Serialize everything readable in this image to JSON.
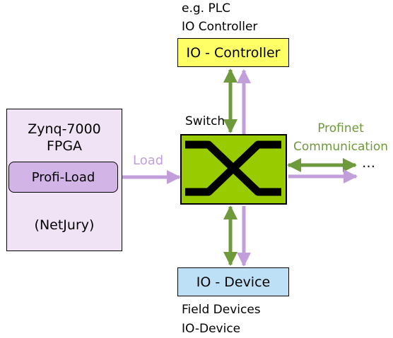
{
  "controller": {
    "note_line1": "e.g. PLC",
    "note_line2": "IO Controller",
    "box_label": "IO - Controller",
    "fill": "#ffff66"
  },
  "switch": {
    "label": "Switch",
    "fill": "#99cc00",
    "crossover_color": "#000000"
  },
  "fpga": {
    "title_line1": "Zynq-7000",
    "title_line2": "FPGA",
    "inner_label": "Profi-Load",
    "sub_label": "(NetJury)",
    "outer_fill": "#f0e3f5",
    "inner_fill": "#d2b4e6"
  },
  "load_arrow": {
    "label": "Load",
    "color": "#c29fdb"
  },
  "profinet": {
    "label_line1": "Profinet",
    "label_line2": "Communication",
    "color": "#6e9a3c",
    "continuation": "…"
  },
  "device": {
    "box_label": "IO - Device",
    "fill": "#bde0f7",
    "note_line1": "Field Devices",
    "note_line2": "IO-Device"
  }
}
